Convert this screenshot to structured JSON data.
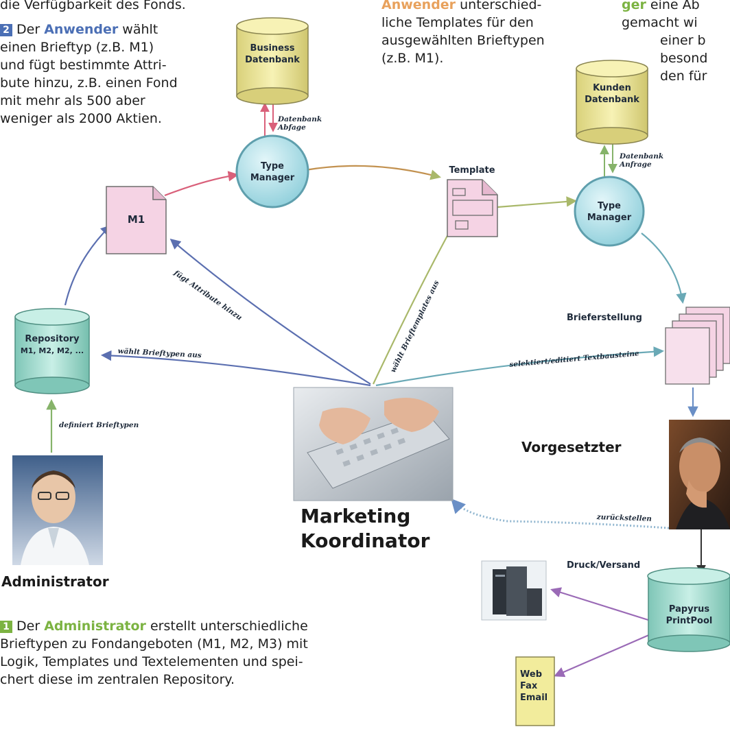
{
  "text": {
    "top_left_fragment": "die Verfügbarkeit des Fonds.",
    "step2": {
      "number": "2",
      "prefix": "Der",
      "role": "Anwender",
      "line1_rest": "wählt",
      "line2": "einen Brieftyp (z.B. M1)",
      "line3": "und fügt bestimmte Attri-",
      "line4": "bute hinzu, z.B. einen Fond",
      "line5": "mit mehr als 500 aber",
      "line6": "weniger als 2000 Aktien."
    },
    "step3_fragment": {
      "role": "Anwender",
      "line1_rest": "unterschied-",
      "line2": "liche Templates für den",
      "line3": "ausgewählten Brieftypen",
      "line4": "(z.B. M1)."
    },
    "top_right_fragment": {
      "line1_hl": "ger",
      "line1_rest": "eine Ab",
      "line2": "gemacht wi",
      "line3": "einer b",
      "line4": "besond",
      "line5": "den für"
    },
    "step1": {
      "number": "1",
      "prefix": "Der",
      "role": "Administrator",
      "line1_rest": "erstellt unterschiedliche",
      "line2": "Brieftypen zu Fondangeboten (M1, M2, M3) mit",
      "line3": "Logik, Templates und Textelementen und spei-",
      "line4": "chert diese im zentralen Repository."
    }
  },
  "nodes": {
    "business_db": {
      "line1": "Business",
      "line2": "Datenbank"
    },
    "kunden_db": {
      "line1": "Kunden",
      "line2": "Datenbank"
    },
    "type_manager_1": {
      "line1": "Type",
      "line2": "Manager"
    },
    "type_manager_2": {
      "line1": "Type",
      "line2": "Manager"
    },
    "template": {
      "label": "Template"
    },
    "m1": {
      "label": "M1"
    },
    "repository": {
      "line1": "Repository",
      "line2": "M1, M2, M2, ..."
    },
    "brieferstellung": {
      "label": "Brieferstellung"
    },
    "papyrus": {
      "line1": "Papyrus",
      "line2": "PrintPool"
    },
    "web_fax_email": {
      "line1": "Web",
      "line2": "Fax",
      "line3": "Email"
    },
    "druck_versand": {
      "label": "Druck/Versand"
    },
    "vorgesetzter": {
      "label": "Vorgesetzter"
    },
    "marketing": {
      "line1": "Marketing",
      "line2": "Koordinator"
    },
    "administrator": {
      "label": "Administrator"
    }
  },
  "edges": {
    "db_abfrage_1": {
      "line1": "Datenbank",
      "line2": "Abfage"
    },
    "db_abfrage_2": {
      "line1": "Datenbank",
      "line2": "Anfrage"
    },
    "fuegt_attribute": "fügt Attribute hinzu",
    "waehlt_brieftemplates": "wählt Brieftemplates aus",
    "waehlt_brieftypen": "wählt Brieftypen aus",
    "selektiert": "selektiert/editiert Textbausteine",
    "definiert": "definiert Brieftypen",
    "zurueckstellen": "zurückstellen"
  },
  "colors": {
    "db_fill": "#f2ec9c",
    "db_border": "#8a8550",
    "circle_fill": "#a9dde6",
    "doc_fill": "#f5d3e4",
    "repo_fill": "#a7ddd0",
    "accent_blue": "#4b6fb5",
    "accent_green": "#7cb342",
    "accent_orange": "#e8a15c"
  }
}
